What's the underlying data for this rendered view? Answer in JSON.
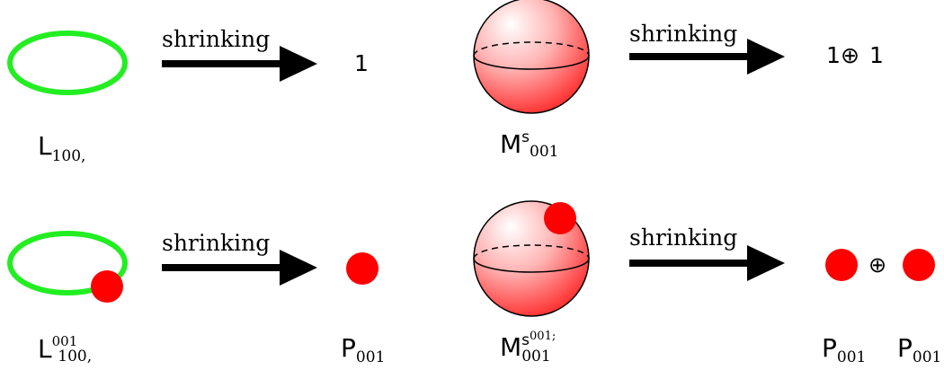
{
  "colors": {
    "loop": "#22ee22",
    "point": "#ff0000",
    "arrow": "#000000",
    "sphere_light": "#ffffff",
    "sphere_dark": "#ff1a1a"
  },
  "arrows": {
    "a1": "shrinking",
    "a2": "shrinking",
    "a3": "shrinking",
    "a4": "shrinking"
  },
  "results": {
    "r1": "1",
    "r2_left": "1",
    "r2_op": "⊕",
    "r2_right": "1",
    "r4_op": "⊕"
  },
  "labels": {
    "l1": {
      "base": "L",
      "sub": "100,",
      "sup": ""
    },
    "m1": {
      "base": "M",
      "sup": "s",
      "sub": "001"
    },
    "l2": {
      "base": "L",
      "sub": "100,",
      "sup": "001"
    },
    "p1": {
      "base": "P",
      "sub": "001"
    },
    "m2": {
      "base": "M",
      "sup": "s",
      "sup_sup": "001;",
      "sub": "001"
    },
    "p2": {
      "base": "P",
      "sub": "001"
    },
    "p3": {
      "base": "P",
      "sub": "001"
    }
  },
  "icons": [
    "green-loop",
    "red-sphere",
    "red-point",
    "right-arrow"
  ]
}
